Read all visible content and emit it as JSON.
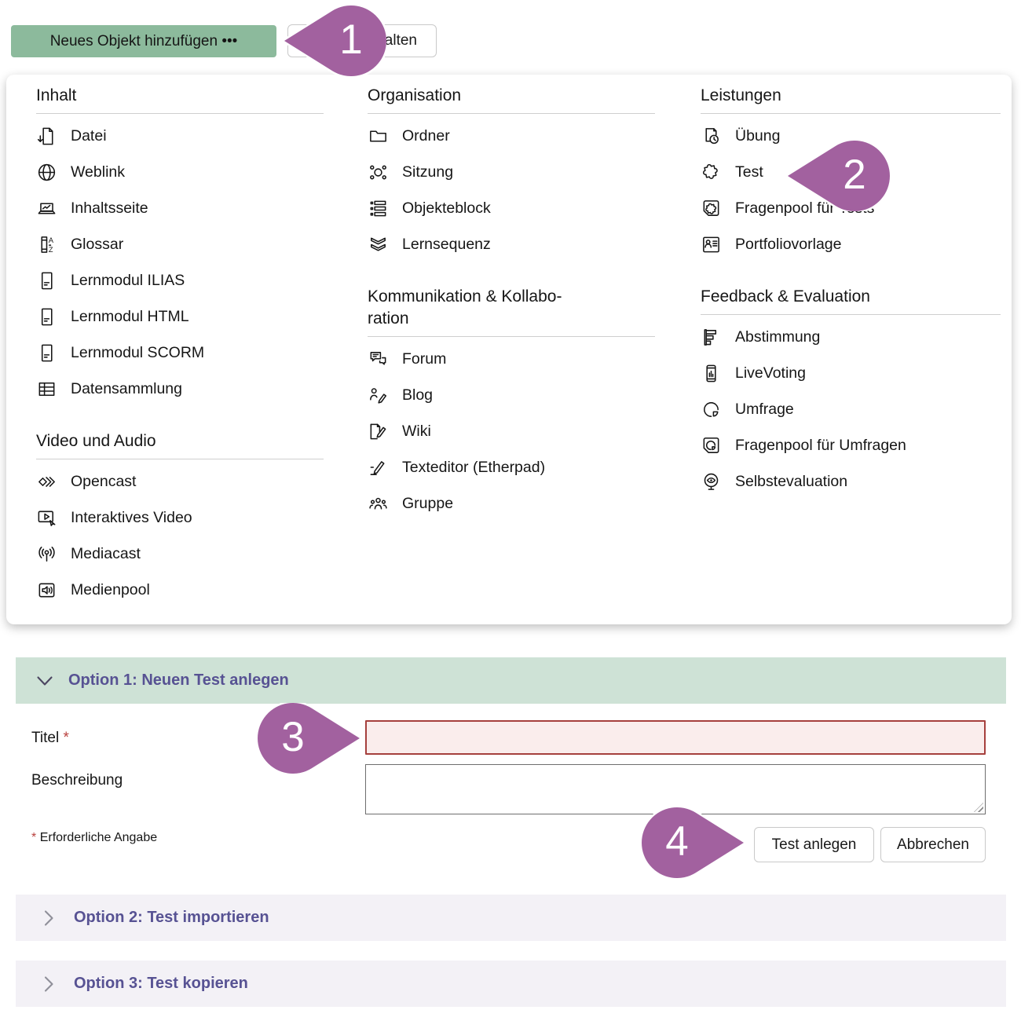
{
  "topbar": {
    "add_button_label": "Neues Objekt hinzufügen •••",
    "partial_button_label": "alten"
  },
  "menu": {
    "columns": [
      {
        "sections": [
          {
            "title_lines": [
              "Inhalt"
            ],
            "items": [
              {
                "icon": "file-download-icon",
                "label": "Datei"
              },
              {
                "icon": "globe-icon",
                "label": "Weblink"
              },
              {
                "icon": "laptop-page-icon",
                "label": "Inhaltsseite"
              },
              {
                "icon": "glossary-az-icon",
                "label": "Glossar"
              },
              {
                "icon": "learning-module-icon",
                "label": "Lernmodul ILIAS"
              },
              {
                "icon": "learning-module-icon",
                "label": "Lernmodul HTML"
              },
              {
                "icon": "learning-module-icon",
                "label": "Lernmodul SCORM"
              },
              {
                "icon": "table-icon",
                "label": "Datensammlung"
              }
            ]
          },
          {
            "title_lines": [
              "Video und Audio"
            ],
            "items": [
              {
                "icon": "opencast-diamond-icon",
                "label": "Opencast"
              },
              {
                "icon": "interactive-video-icon",
                "label": "Interaktives Video"
              },
              {
                "icon": "broadcast-antenna-icon",
                "label": "Mediacast"
              },
              {
                "icon": "speaker-icon",
                "label": "Medienpool"
              }
            ]
          }
        ]
      },
      {
        "sections": [
          {
            "title_lines": [
              "Organisation"
            ],
            "items": [
              {
                "icon": "folder-icon",
                "label": "Ordner"
              },
              {
                "icon": "network-circles-icon",
                "label": "Sitzung"
              },
              {
                "icon": "list-blocks-icon",
                "label": "Objekteblock"
              },
              {
                "icon": "double-chevron-down-icon",
                "label": "Lernsequenz"
              }
            ]
          },
          {
            "title_lines": [
              "Kommunikation & Kollabo-",
              "ration"
            ],
            "items": [
              {
                "icon": "speech-bubbles-icon",
                "label": "Forum"
              },
              {
                "icon": "person-pencil-icon",
                "label": "Blog"
              },
              {
                "icon": "page-pencil-icon",
                "label": "Wiki"
              },
              {
                "icon": "pen-writing-icon",
                "label": "Texteditor (Etherpad)"
              },
              {
                "icon": "people-group-icon",
                "label": "Gruppe"
              }
            ]
          }
        ]
      },
      {
        "sections": [
          {
            "title_lines": [
              "Leistungen"
            ],
            "items": [
              {
                "icon": "page-clock-icon",
                "label": "Übung"
              },
              {
                "icon": "puzzle-icon",
                "label": "Test"
              },
              {
                "icon": "puzzle-frame-icon",
                "label": "Fragenpool für Tests"
              },
              {
                "icon": "id-card-icon",
                "label": "Portfoliovorlage"
              }
            ]
          },
          {
            "title_lines": [
              "Feedback & Evaluation"
            ],
            "items": [
              {
                "icon": "bar-chart-flag-icon",
                "label": "Abstimmung"
              },
              {
                "icon": "phone-chart-icon",
                "label": "LiveVoting"
              },
              {
                "icon": "pie-chart-icon",
                "label": "Umfrage"
              },
              {
                "icon": "pie-frame-icon",
                "label": "Fragenpool für Umfragen"
              },
              {
                "icon": "eye-mirror-icon",
                "label": "Selbstevaluation"
              }
            ]
          }
        ]
      }
    ]
  },
  "badges": [
    {
      "number": "1"
    },
    {
      "number": "2"
    },
    {
      "number": "3"
    },
    {
      "number": "4"
    }
  ],
  "form": {
    "option1": {
      "title": "Option 1: Neuen Test anlegen"
    },
    "title_field": {
      "label": "Titel",
      "required_marker": "*",
      "value": ""
    },
    "description_field": {
      "label": "Beschreibung",
      "value": ""
    },
    "required_note": {
      "marker": "*",
      "text": "Erforderliche Angabe"
    },
    "buttons": {
      "submit": "Test anlegen",
      "cancel": "Abbrechen"
    },
    "option2": {
      "title": "Option 2: Test importieren"
    },
    "option3": {
      "title": "Option 3: Test kopieren"
    }
  },
  "colors": {
    "primary_green": "#8cba9c",
    "option_open_green": "#cee2d6",
    "option_closed_lavender": "#f3f1f6",
    "heading_purple": "#575293",
    "badge_purple": "#a2619f",
    "error_border_red": "#a6403d",
    "error_bg_pink": "#faedec",
    "required_red": "#b9413e"
  }
}
